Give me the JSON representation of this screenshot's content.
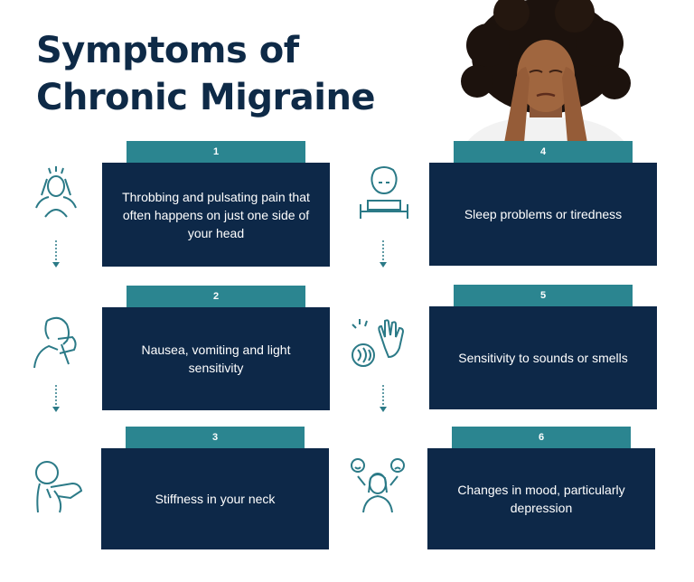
{
  "title_line1": "Symptoms of",
  "title_line2": "Chronic Migraine",
  "colors": {
    "title": "#0e2a47",
    "tab": "#2b8590",
    "card": "#0d2848",
    "icon": "#2b7a87",
    "card_text": "#ffffff"
  },
  "symptoms": [
    {
      "number": "1",
      "text": "Throbbing and pulsating pain that often happens on just one side of your head",
      "icon": "headache-icon"
    },
    {
      "number": "2",
      "text": "Nausea, vomiting and light sensitivity",
      "icon": "nausea-icon"
    },
    {
      "number": "3",
      "text": "Stiffness in your neck",
      "icon": "neck-pain-icon"
    },
    {
      "number": "4",
      "text": "Sleep problems or tiredness",
      "icon": "sleep-icon"
    },
    {
      "number": "5",
      "text": "Sensitivity to sounds or smells",
      "icon": "sound-smell-icon"
    },
    {
      "number": "6",
      "text": "Changes in mood, particularly depression",
      "icon": "mood-icon"
    }
  ]
}
